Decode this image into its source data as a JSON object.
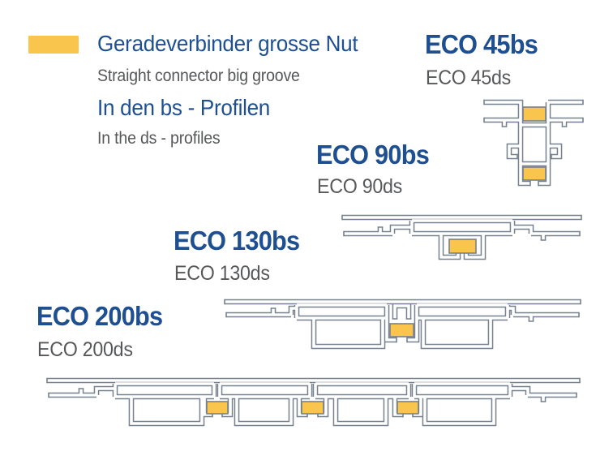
{
  "legend": {
    "title_de": "Geradeverbinder grosse Nut",
    "title_en": "Straight connector big groove",
    "subtitle_de": "In den bs - Profilen",
    "subtitle_en": "In the ds - profiles"
  },
  "colors": {
    "accent_yellow": "#F9C54C",
    "outline_gray": "#75818E",
    "heading_blue": "#1E4F91",
    "text_gray": "#57585A",
    "bg": "#FFFFFF"
  },
  "profiles": [
    {
      "id": "eco45",
      "label_bs": "ECO 45bs",
      "label_ds": "ECO 45ds",
      "connector_count": 2
    },
    {
      "id": "eco90",
      "label_bs": "ECO 90bs",
      "label_ds": "ECO 90ds",
      "connector_count": 1
    },
    {
      "id": "eco130",
      "label_bs": "ECO 130bs",
      "label_ds": "ECO 130ds",
      "connector_count": 1
    },
    {
      "id": "eco200",
      "label_bs": "ECO 200bs",
      "label_ds": "ECO 200ds",
      "connector_count": 3
    }
  ]
}
